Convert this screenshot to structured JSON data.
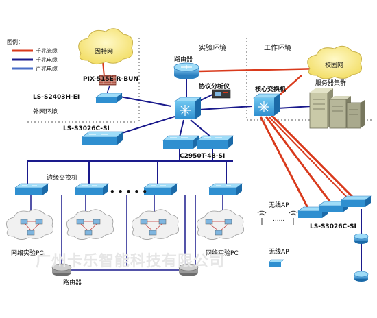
{
  "legend": {
    "title": "图例：",
    "items": [
      {
        "label": "千兆光缆",
        "color": "#d93a1c"
      },
      {
        "label": "千兆电缆",
        "color": "#1a1a8c"
      },
      {
        "label": "百兆电缆",
        "color": "#4a6ec8"
      }
    ]
  },
  "zones": {
    "experiment": "实验环境",
    "work": "工作环境"
  },
  "labels": {
    "internet": "因特网",
    "campus_net": "校园网",
    "router_top": "路由器",
    "pix": "PIX-515E-R-BUN",
    "ls2403": "LS-S2403H-EI",
    "outer_env": "外网环境",
    "ls3026_left": "LS-S3026C-SI",
    "protocol_analyzer": "协议分析仪",
    "core_switch": "核心交换机",
    "server_cluster": "服务器集群",
    "c2950": "C2950T-48-SI",
    "edge_switch": "边缘交换机",
    "ellipsis": "• • • • •",
    "lab_pc_left": "网络实验PC",
    "lab_pc_right": "网络实验PC",
    "router_bottom": "路由器",
    "wireless_ap_top": "无线AP",
    "ap_dots": "......",
    "ls3026_right": "LS-S3026C-SI",
    "wireless_ap_bottom": "无线AP"
  },
  "watermark": "广州卡乐智能科技有限公司"
}
